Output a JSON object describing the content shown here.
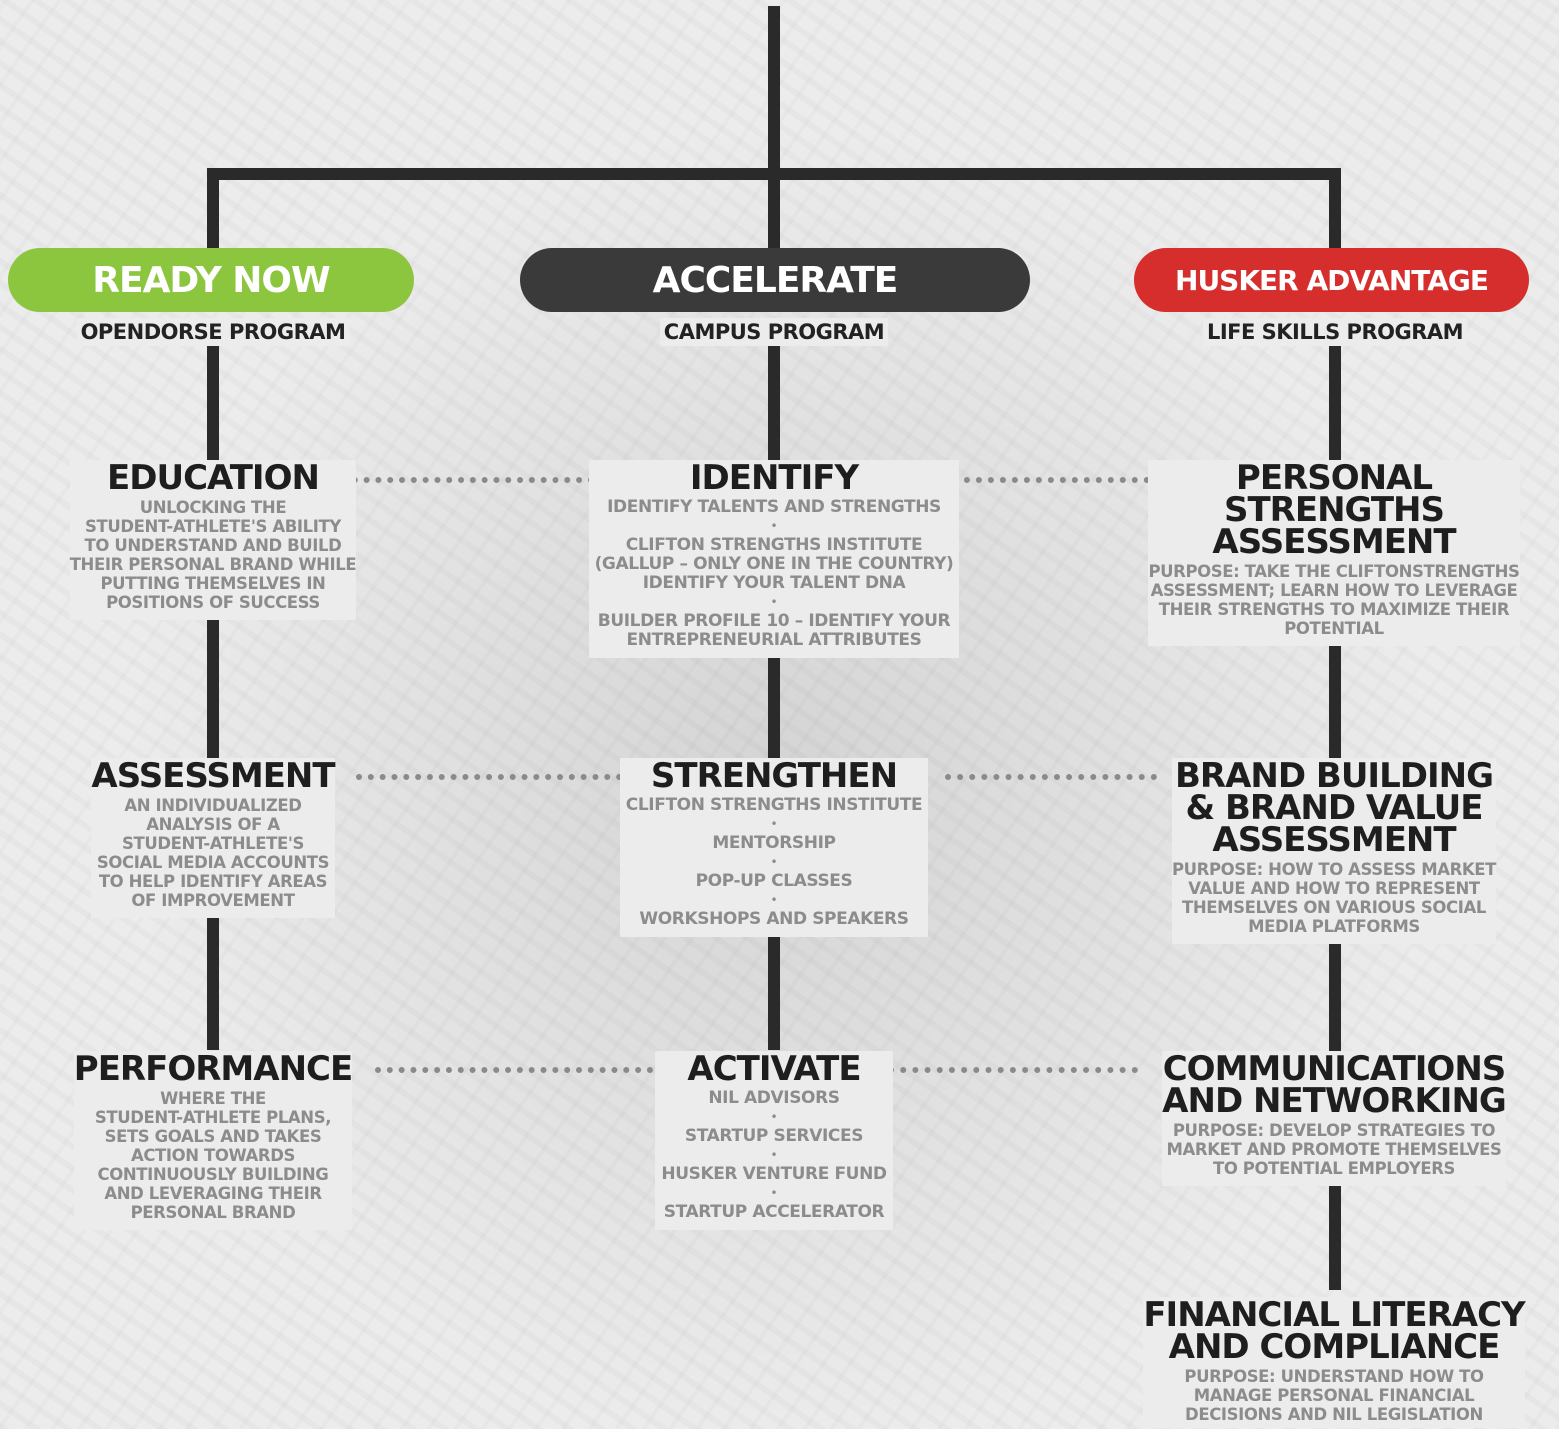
{
  "colors": {
    "line": "#2a2a2a",
    "ready_now": "#8cc63f",
    "accelerate": "#3a3a3a",
    "husker": "#d62d2d",
    "title": "#1e1e1e",
    "desc": "#8c8c8c"
  },
  "columns": {
    "ready_now": {
      "label": "READY NOW",
      "program": "OPENDORSE PROGRAM",
      "nodes": [
        {
          "title": "EDUCATION",
          "desc": "UNLOCKING THE\nSTUDENT-ATHLETE'S ABILITY\nTO UNDERSTAND AND BUILD\nTHEIR PERSONAL BRAND WHILE\nPUTTING THEMSELVES IN\nPOSITIONS OF SUCCESS"
        },
        {
          "title": "ASSESSMENT",
          "desc": "AN INDIVIDUALIZED\nANALYSIS OF A\nSTUDENT-ATHLETE'S\nSOCIAL MEDIA ACCOUNTS\nTO HELP IDENTIFY AREAS\nOF IMPROVEMENT"
        },
        {
          "title": "PERFORMANCE",
          "desc": "WHERE THE\nSTUDENT-ATHLETE PLANS,\nSETS GOALS AND TAKES\nACTION TOWARDS\nCONTINUOUSLY BUILDING\nAND LEVERAGING THEIR\nPERSONAL BRAND"
        }
      ]
    },
    "accelerate": {
      "label": "ACCELERATE",
      "program": "CAMPUS PROGRAM",
      "nodes": [
        {
          "title": "IDENTIFY",
          "items": [
            "IDENTIFY TALENTS AND STRENGTHS",
            "CLIFTON STRENGTHS INSTITUTE\n(GALLUP – ONLY ONE IN THE COUNTRY)\nIDENTIFY YOUR TALENT DNA",
            "BUILDER PROFILE 10 – IDENTIFY YOUR\nENTREPRENEURIAL ATTRIBUTES"
          ]
        },
        {
          "title": "STRENGTHEN",
          "items": [
            "CLIFTON STRENGTHS INSTITUTE",
            "MENTORSHIP",
            "POP-UP CLASSES",
            "WORKSHOPS AND SPEAKERS"
          ]
        },
        {
          "title": "ACTIVATE",
          "items": [
            "NIL ADVISORS",
            "STARTUP SERVICES",
            "HUSKER VENTURE FUND",
            "STARTUP ACCELERATOR"
          ]
        }
      ]
    },
    "husker": {
      "label": "HUSKER ADVANTAGE",
      "program": "LIFE SKILLS PROGRAM",
      "nodes": [
        {
          "title": "PERSONAL\nSTRENGTHS\nASSESSMENT",
          "desc": "PURPOSE: TAKE THE CLIFTONSTRENGTHS\nASSESSMENT; LEARN HOW TO LEVERAGE\nTHEIR STRENGTHS TO MAXIMIZE THEIR\nPOTENTIAL"
        },
        {
          "title": "BRAND BUILDING\n& BRAND VALUE\nASSESSMENT",
          "desc": "PURPOSE: HOW TO ASSESS MARKET\nVALUE AND HOW TO REPRESENT\nTHEMSELVES ON VARIOUS SOCIAL\nMEDIA PLATFORMS"
        },
        {
          "title": "COMMUNICATIONS\nAND NETWORKING",
          "desc": "PURPOSE: DEVELOP STRATEGIES TO\nMARKET AND PROMOTE THEMSELVES\nTO POTENTIAL EMPLOYERS"
        },
        {
          "title": "FINANCIAL LITERACY\nAND COMPLIANCE",
          "desc": "PURPOSE: UNDERSTAND HOW TO\nMANAGE PERSONAL FINANCIAL\nDECISIONS AND NIL LEGISLATION"
        }
      ]
    }
  }
}
